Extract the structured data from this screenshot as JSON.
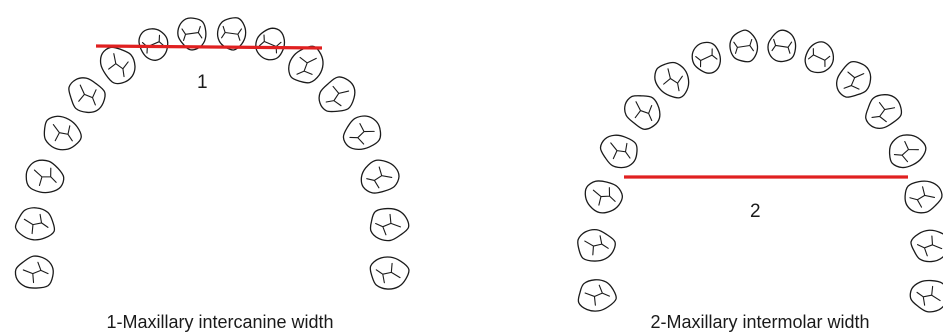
{
  "panels": [
    {
      "number": "1",
      "caption": "1-Maxillary intercanine width"
    },
    {
      "number": "2",
      "caption": "2-Maxillary intermolar width"
    }
  ],
  "colors": {
    "measurement_line": "#e02020",
    "outline": "#1a1a1a"
  }
}
